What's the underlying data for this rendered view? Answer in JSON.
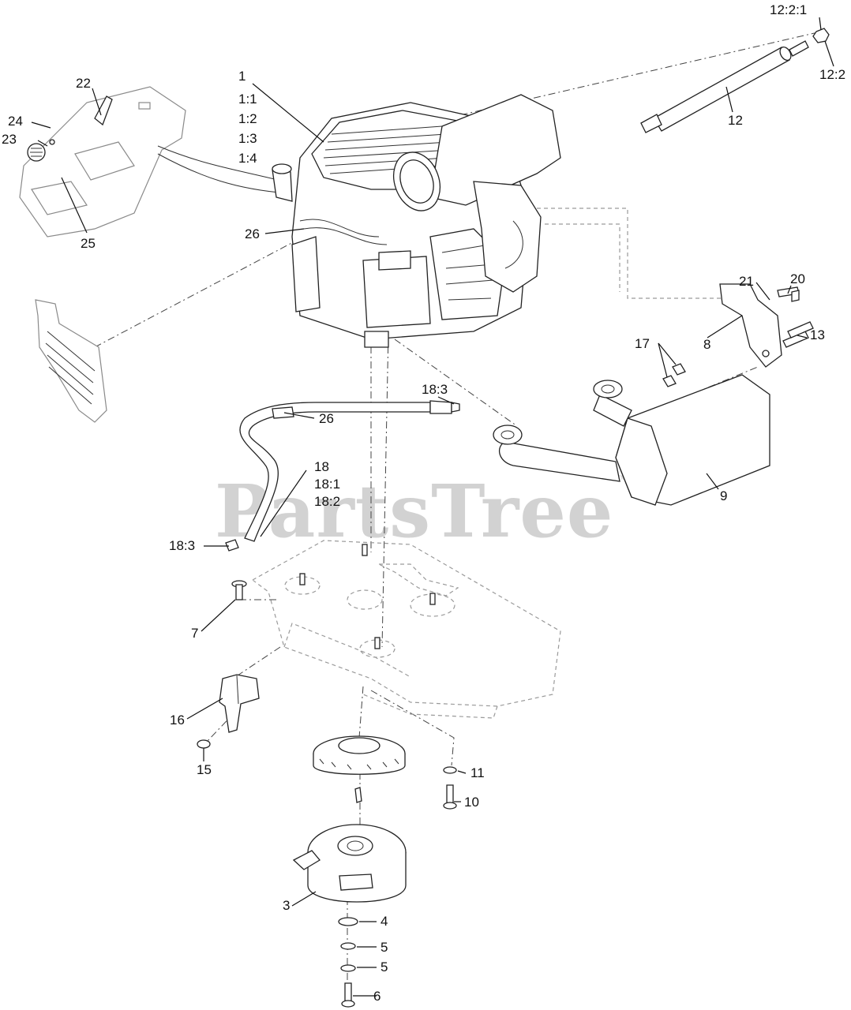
{
  "watermark": {
    "text": "PartsTree",
    "trademark": "™"
  },
  "callouts": [
    {
      "id": "c-12-2-1",
      "text": "12:2:1"
    },
    {
      "id": "c-12-2",
      "text": "12:2"
    },
    {
      "id": "c-12",
      "text": "12"
    },
    {
      "id": "c-1",
      "text": "1"
    },
    {
      "id": "c-1-1",
      "text": "1:1"
    },
    {
      "id": "c-1-2",
      "text": "1:2"
    },
    {
      "id": "c-1-3",
      "text": "1:3"
    },
    {
      "id": "c-1-4",
      "text": "1:4"
    },
    {
      "id": "c-22",
      "text": "22"
    },
    {
      "id": "c-24",
      "text": "24"
    },
    {
      "id": "c-23",
      "text": "23"
    },
    {
      "id": "c-25",
      "text": "25"
    },
    {
      "id": "c-26a",
      "text": "26"
    },
    {
      "id": "c-21",
      "text": "21"
    },
    {
      "id": "c-20",
      "text": "20"
    },
    {
      "id": "c-17",
      "text": "17"
    },
    {
      "id": "c-8",
      "text": "8"
    },
    {
      "id": "c-13",
      "text": "13"
    },
    {
      "id": "c-18-3a",
      "text": "18:3"
    },
    {
      "id": "c-26b",
      "text": "26"
    },
    {
      "id": "c-18",
      "text": "18"
    },
    {
      "id": "c-18-1",
      "text": "18:1"
    },
    {
      "id": "c-18-2",
      "text": "18:2"
    },
    {
      "id": "c-9",
      "text": "9"
    },
    {
      "id": "c-18-3b",
      "text": "18:3"
    },
    {
      "id": "c-7",
      "text": "7"
    },
    {
      "id": "c-16",
      "text": "16"
    },
    {
      "id": "c-15",
      "text": "15"
    },
    {
      "id": "c-11",
      "text": "11"
    },
    {
      "id": "c-10",
      "text": "10"
    },
    {
      "id": "c-3",
      "text": "3"
    },
    {
      "id": "c-4",
      "text": "4"
    },
    {
      "id": "c-5a",
      "text": "5"
    },
    {
      "id": "c-5b",
      "text": "5"
    },
    {
      "id": "c-6",
      "text": "6"
    }
  ]
}
